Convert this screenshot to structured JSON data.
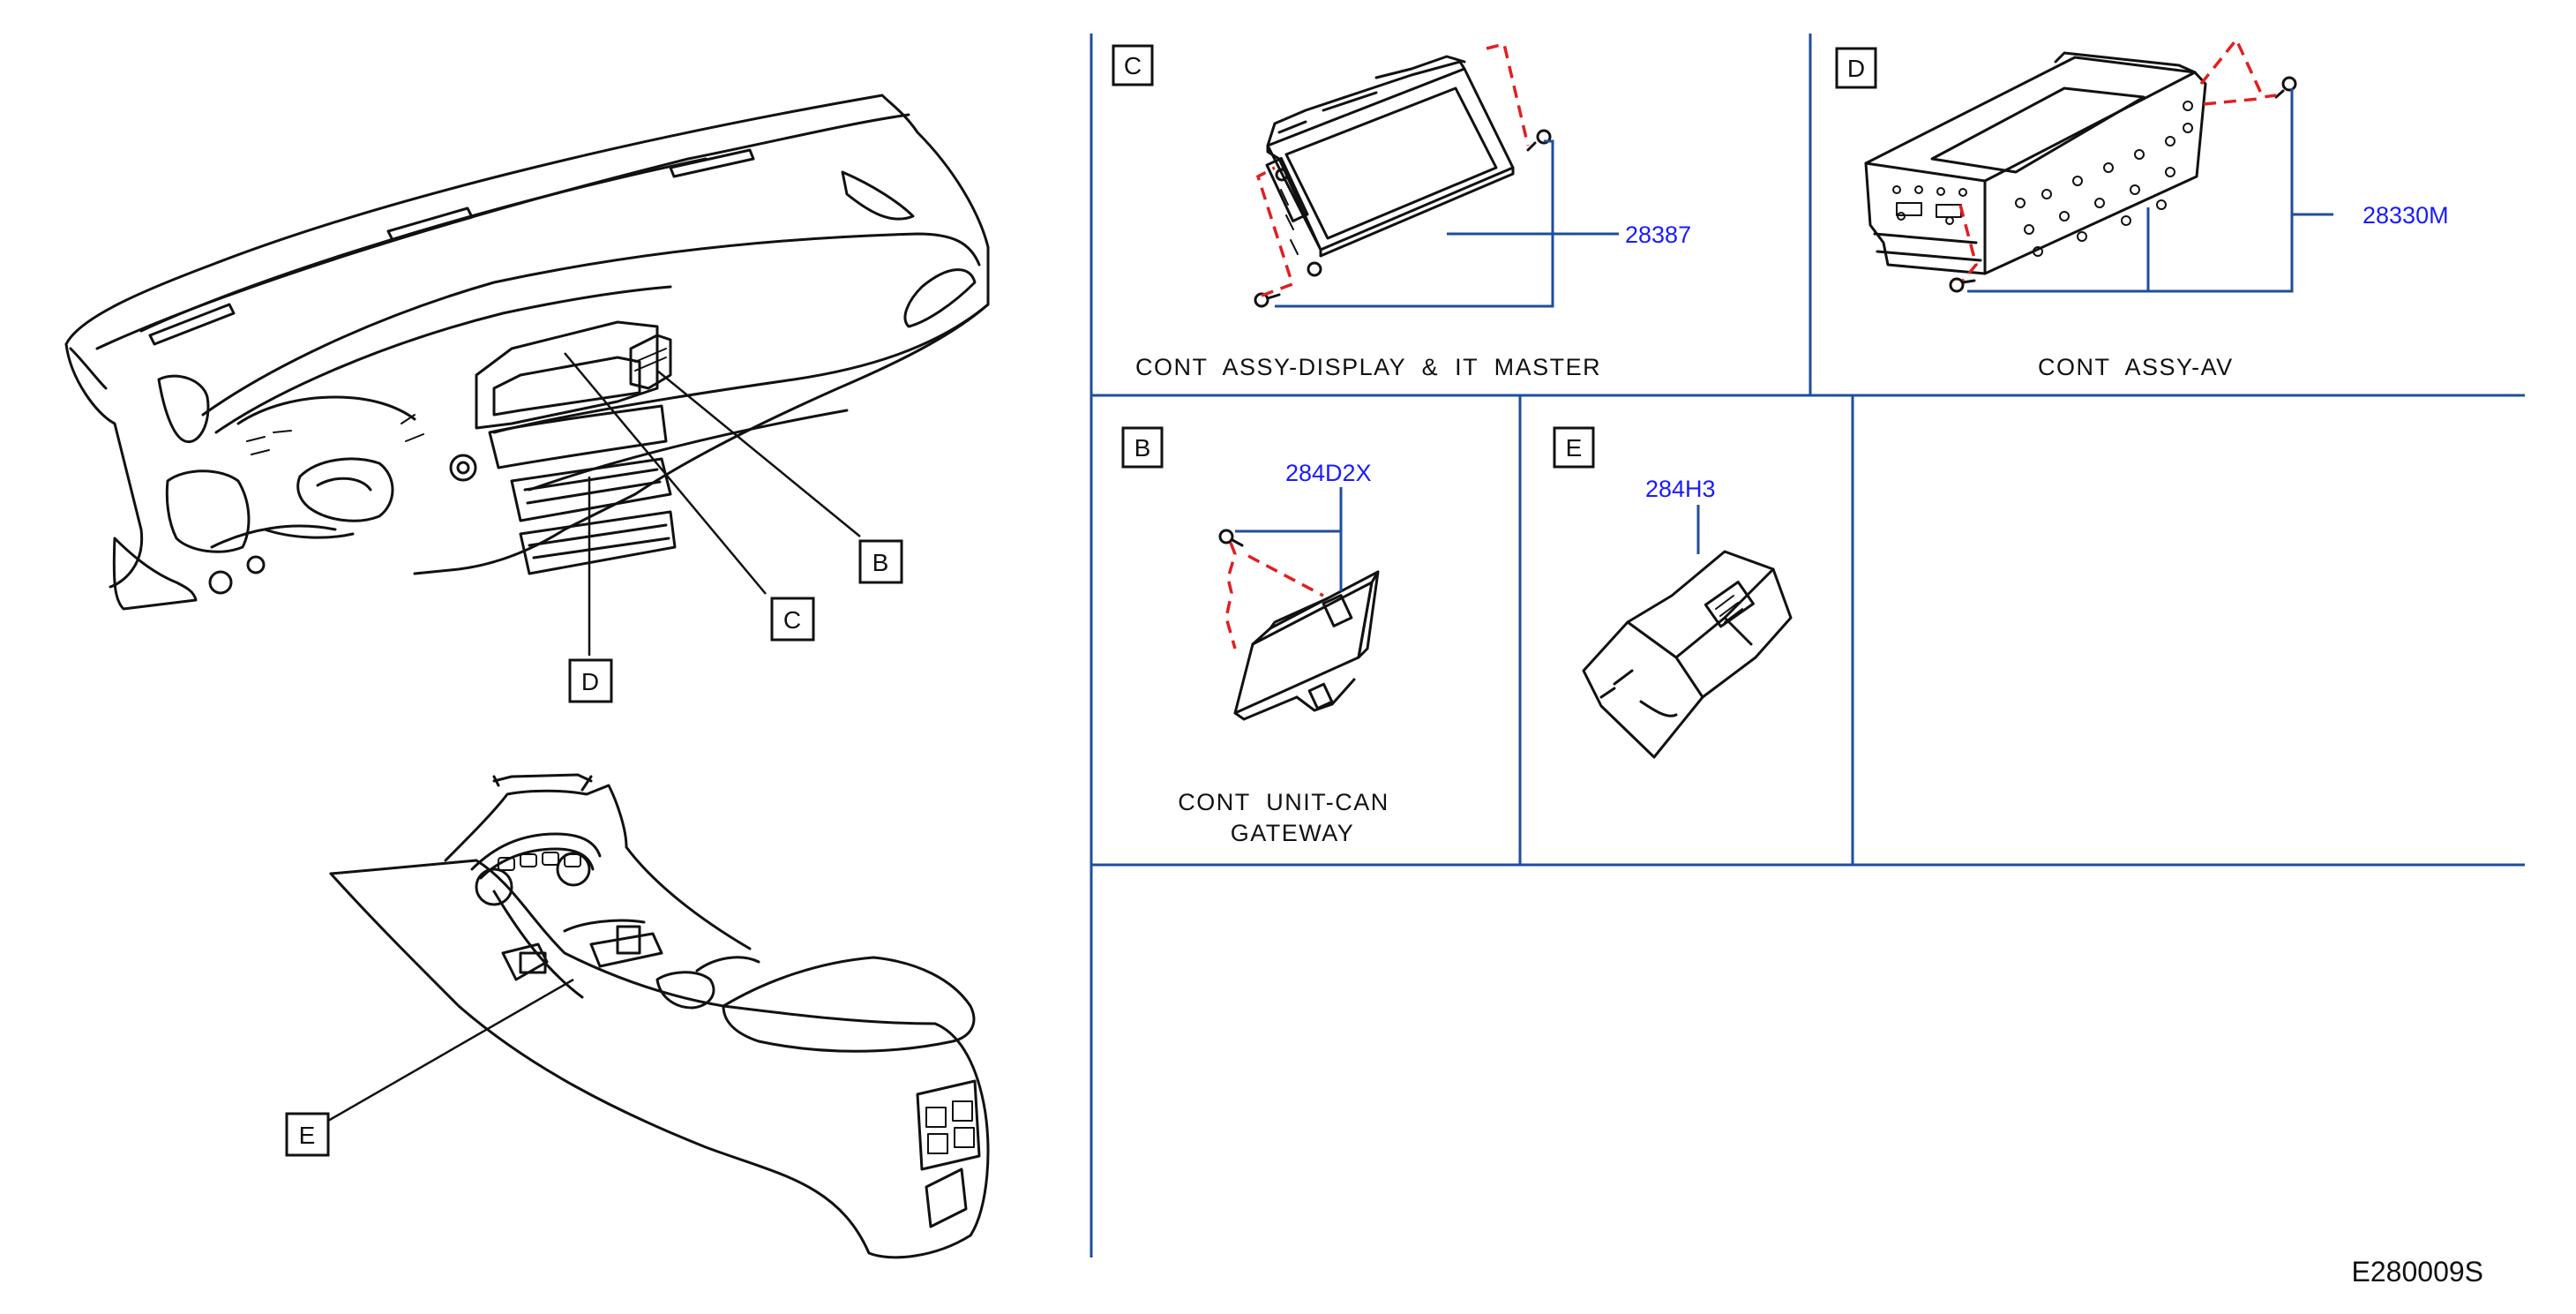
{
  "diagram_code": "E280009S",
  "callouts": {
    "b": "B",
    "c": "C",
    "d": "D",
    "e": "E"
  },
  "panels": {
    "c": {
      "letter": "C",
      "part_number": "28387",
      "caption": "CONT  ASSY-DISPLAY  &  IT  MASTER"
    },
    "d": {
      "letter": "D",
      "part_number": "28330M",
      "caption": "CONT  ASSY-AV"
    },
    "b": {
      "letter": "B",
      "part_number": "284D2X",
      "caption_line1": "CONT  UNIT-CAN",
      "caption_line2": "GATEWAY"
    },
    "e": {
      "letter": "E",
      "part_number": "284H3"
    }
  },
  "colors": {
    "frame": "#1f4e9a",
    "part_number": "#1a1aff",
    "dashed_guide": "#e02020",
    "ink": "#111111"
  }
}
